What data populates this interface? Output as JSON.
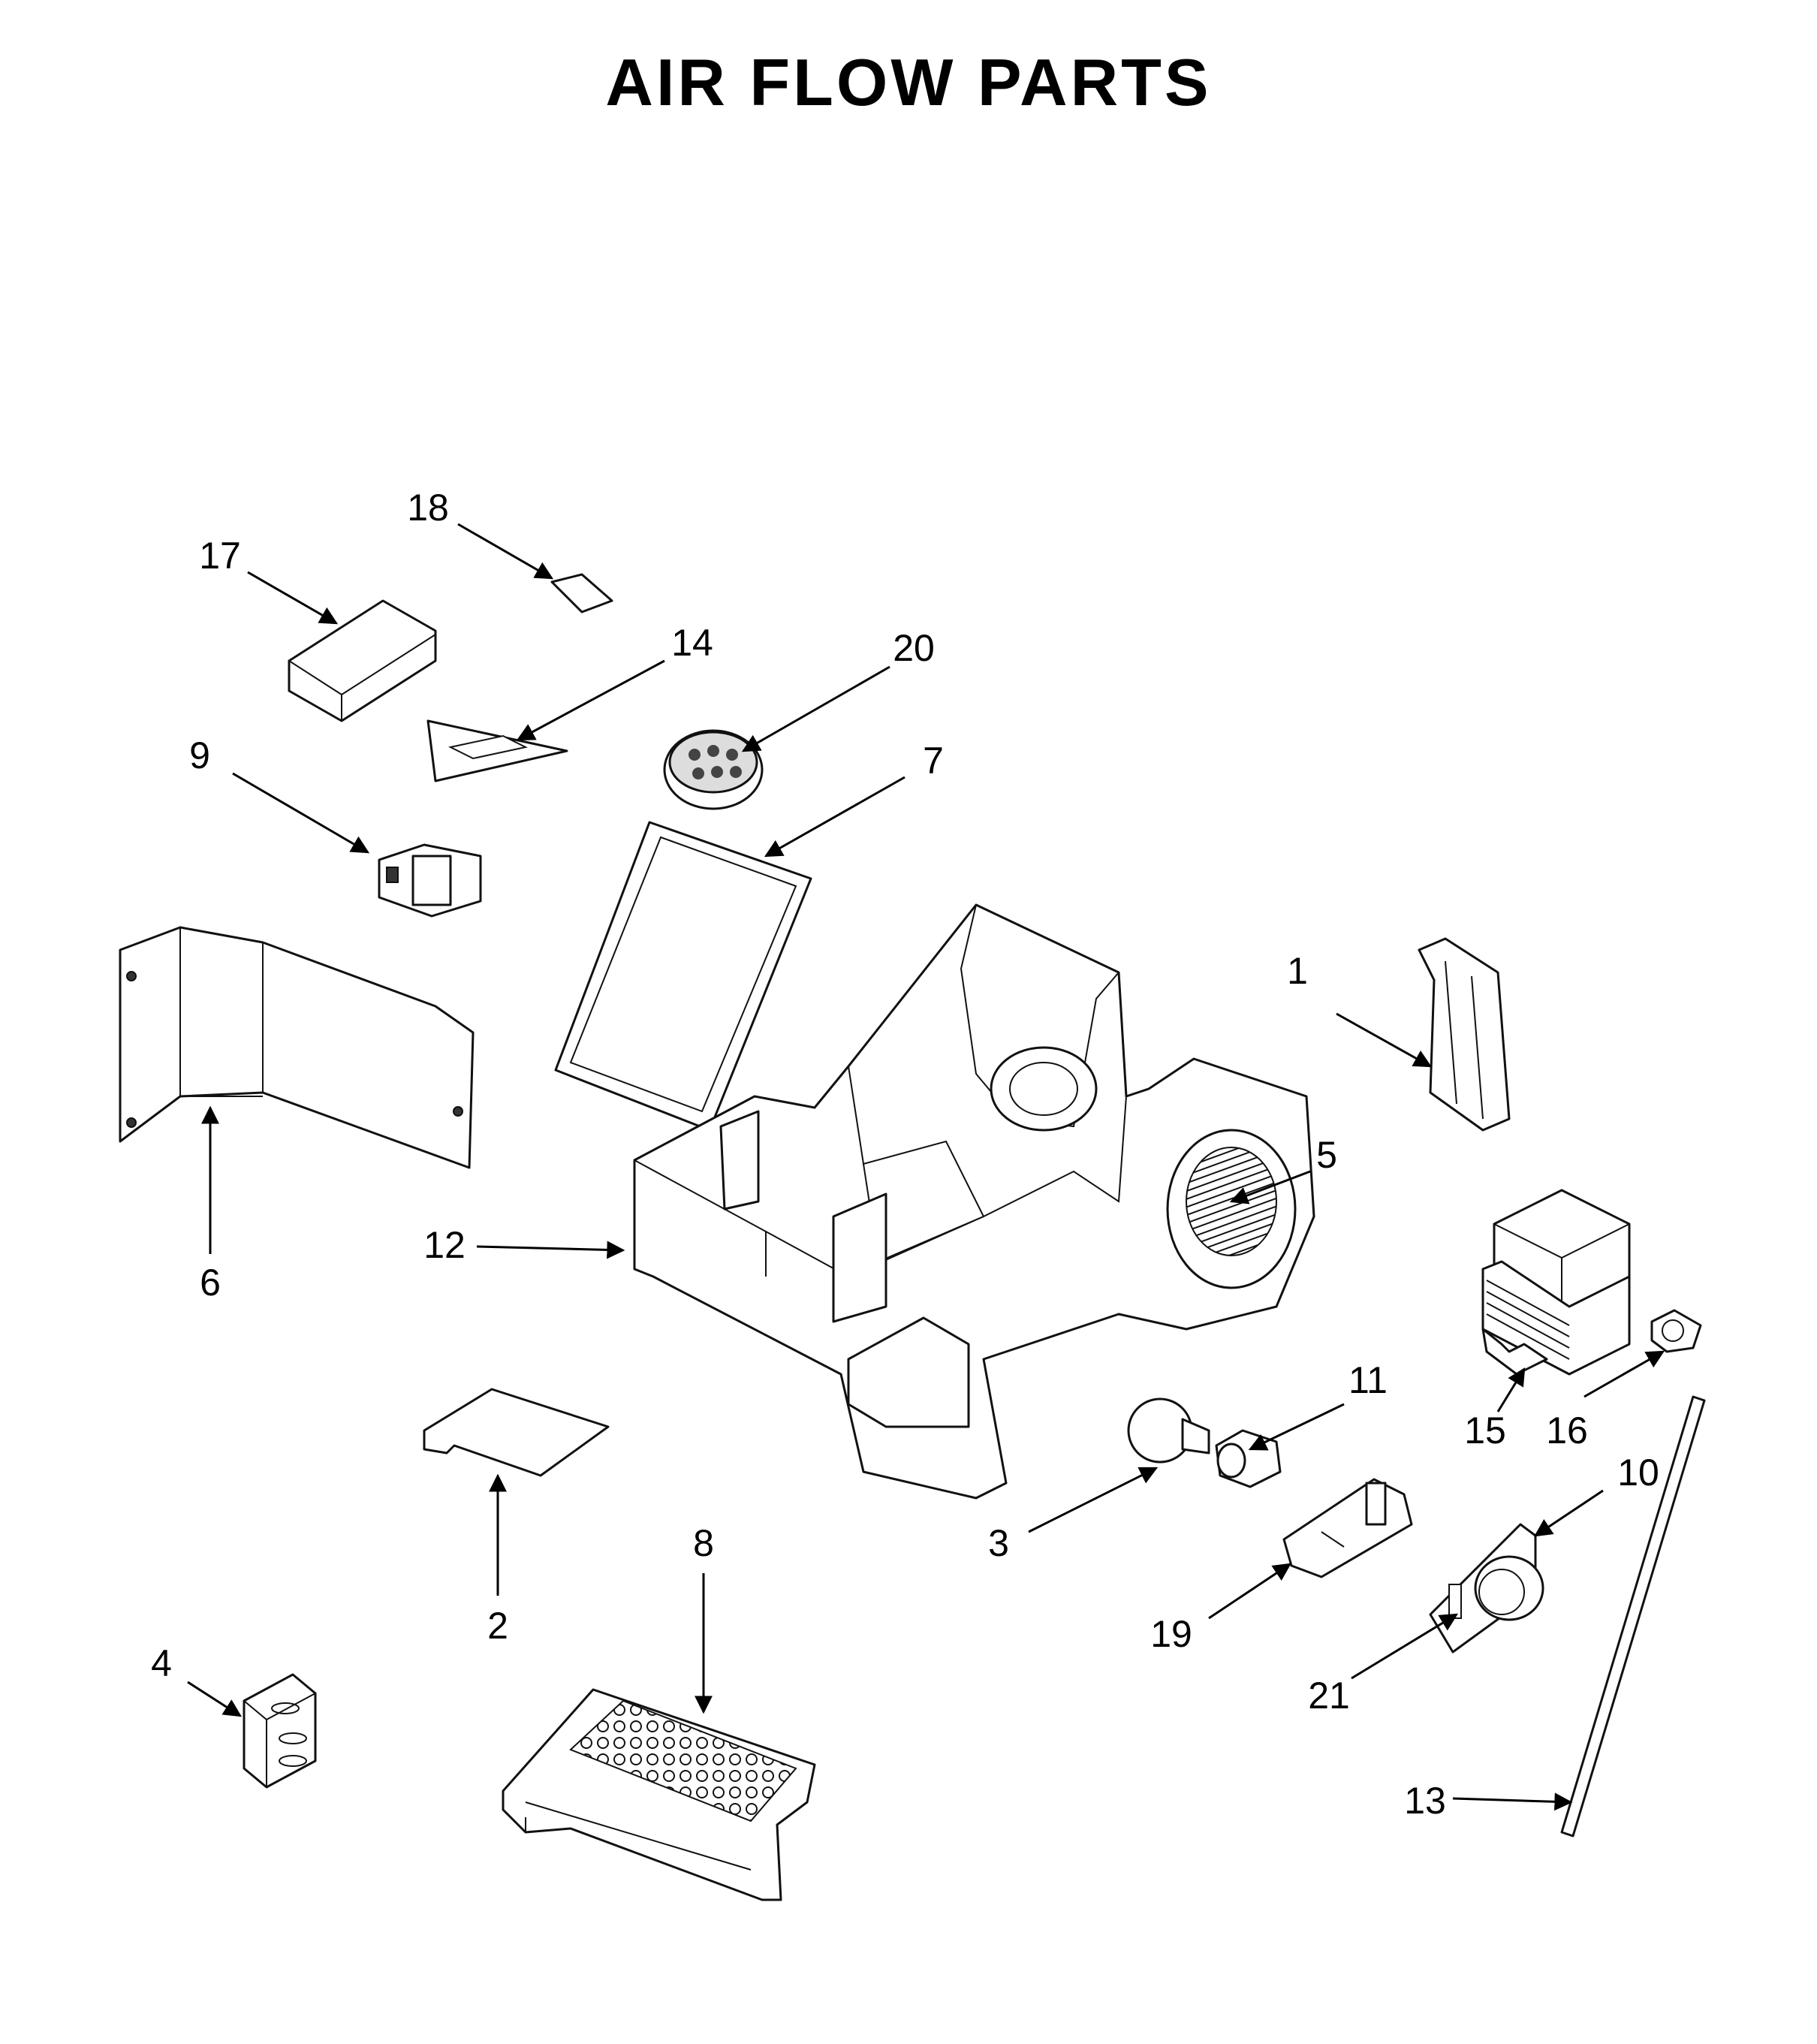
{
  "title": "AIR FLOW PARTS",
  "callouts": {
    "c1": "1",
    "c2": "2",
    "c3": "3",
    "c4": "4",
    "c5": "5",
    "c6": "6",
    "c7": "7",
    "c8": "8",
    "c9": "9",
    "c10": "10",
    "c11": "11",
    "c12": "12",
    "c13": "13",
    "c14": "14",
    "c15": "15",
    "c16": "16",
    "c17": "17",
    "c18": "18",
    "c19": "19",
    "c20": "20",
    "c21": "21"
  }
}
